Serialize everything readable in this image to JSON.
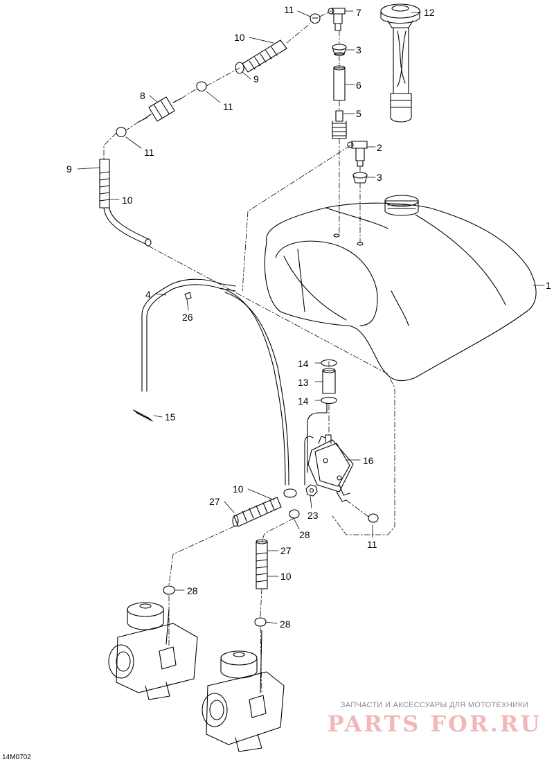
{
  "figure_code": "14M0702",
  "watermark": {
    "tagline": "ЗАПЧАСТИ И АКСЕССУАРЫ ДЛЯ МОТОТЕХНИКИ",
    "logo": "PARTS FOR.RU"
  },
  "callouts": [
    {
      "id": "c-11a",
      "number": "11"
    },
    {
      "id": "c-7",
      "number": "7"
    },
    {
      "id": "c-12",
      "number": "12"
    },
    {
      "id": "c-10a",
      "number": "10"
    },
    {
      "id": "c-3a",
      "number": "3"
    },
    {
      "id": "c-9a",
      "number": "9"
    },
    {
      "id": "c-6",
      "number": "6"
    },
    {
      "id": "c-8",
      "number": "8"
    },
    {
      "id": "c-11b",
      "number": "11"
    },
    {
      "id": "c-5",
      "number": "5"
    },
    {
      "id": "c-11c",
      "number": "11"
    },
    {
      "id": "c-2",
      "number": "2"
    },
    {
      "id": "c-9b",
      "number": "9"
    },
    {
      "id": "c-3b",
      "number": "3"
    },
    {
      "id": "c-10b",
      "number": "10"
    },
    {
      "id": "c-1",
      "number": "1"
    },
    {
      "id": "c-4",
      "number": "4"
    },
    {
      "id": "c-26",
      "number": "26"
    },
    {
      "id": "c-14a",
      "number": "14"
    },
    {
      "id": "c-13",
      "number": "13"
    },
    {
      "id": "c-14b",
      "number": "14"
    },
    {
      "id": "c-15",
      "number": "15"
    },
    {
      "id": "c-16",
      "number": "16"
    },
    {
      "id": "c-10c",
      "number": "10"
    },
    {
      "id": "c-27a",
      "number": "27"
    },
    {
      "id": "c-23",
      "number": "23"
    },
    {
      "id": "c-28a",
      "number": "28"
    },
    {
      "id": "c-11d",
      "number": "11"
    },
    {
      "id": "c-27b",
      "number": "27"
    },
    {
      "id": "c-10d",
      "number": "10"
    },
    {
      "id": "c-28b",
      "number": "28"
    },
    {
      "id": "c-28c",
      "number": "28"
    }
  ]
}
